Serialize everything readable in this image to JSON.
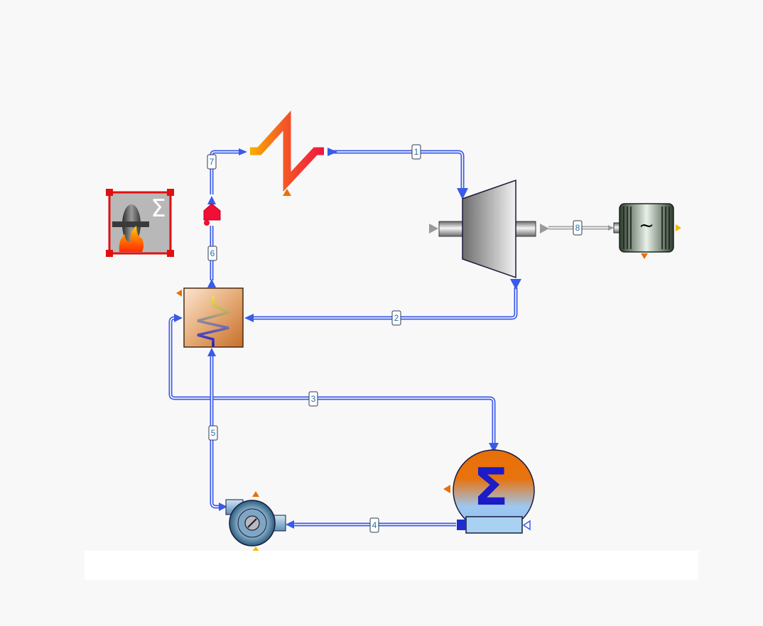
{
  "streams": [
    {
      "id": "1",
      "label": "1"
    },
    {
      "id": "2",
      "label": "2"
    },
    {
      "id": "3",
      "label": "3"
    },
    {
      "id": "4",
      "label": "4"
    },
    {
      "id": "5",
      "label": "5"
    },
    {
      "id": "6",
      "label": "6"
    },
    {
      "id": "7",
      "label": "7"
    },
    {
      "id": "8",
      "label": "8"
    }
  ],
  "components": {
    "combustion_box": {
      "symbol": "Σ",
      "icon": "combustion-icon"
    },
    "superheater": {
      "icon": "heat-exchanger-zigzag-icon"
    },
    "turbine": {
      "icon": "turbine-icon"
    },
    "generator": {
      "symbol": "~",
      "icon": "generator-icon"
    },
    "regenerator": {
      "icon": "regenerator-icon"
    },
    "condenser": {
      "symbol": "Σ",
      "icon": "condenser-icon"
    },
    "pump": {
      "icon": "pump-icon"
    },
    "splitter": {
      "icon": "flow-junction-icon"
    }
  },
  "colors": {
    "pipe": "#3a5ae8",
    "selection": "#e01010",
    "heater_hot": "#f0302a",
    "heater_warm": "#f8b000",
    "condenser_top": "#e8700a",
    "condenser_bottom": "#8ec0f5"
  }
}
